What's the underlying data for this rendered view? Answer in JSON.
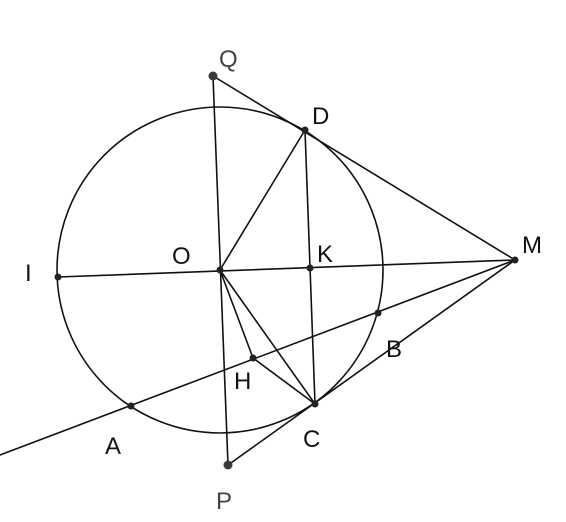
{
  "figure": {
    "labels": {
      "Q": "Q",
      "D": "D",
      "O": "O",
      "K": "K",
      "I": "I",
      "M": "M",
      "B": "B",
      "H": "H",
      "C": "C",
      "A": "A",
      "P": "P"
    },
    "colors": {
      "stroke": "#111111",
      "point": "#222222",
      "label": "#111111",
      "label_secondary": "#444444"
    }
  }
}
